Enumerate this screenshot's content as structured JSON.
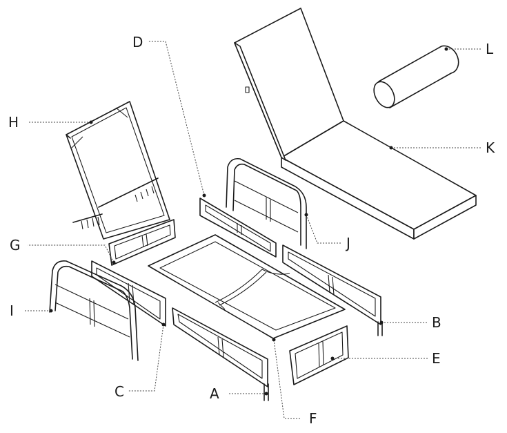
{
  "labels": {
    "A": "A",
    "B": "B",
    "C": "C",
    "D": "D",
    "E": "E",
    "F": "F",
    "G": "G",
    "H": "H",
    "I": "I",
    "J": "J",
    "K": "K",
    "L": "L"
  },
  "colors": {
    "line": "#1a1a1a",
    "background": "#ffffff",
    "leader": "#444444"
  }
}
